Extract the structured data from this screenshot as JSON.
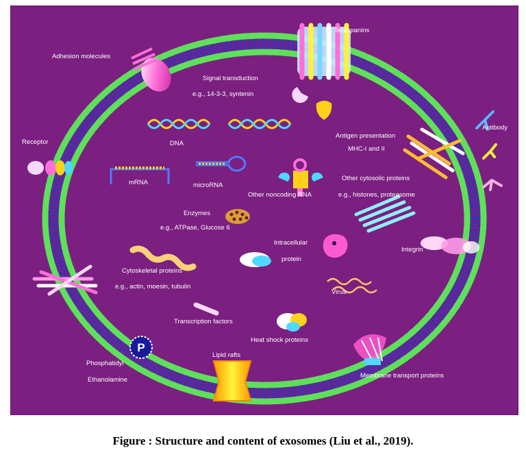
{
  "labels": {
    "tetraspanins": "Teraspanins",
    "adhesion": "Adhesion molecules",
    "signal_transduction": "Signal transduction",
    "signal_examples": "e.g., 14-3-3, syntenin",
    "antibody": "Antibody",
    "dna": "DNA",
    "antigen_presentation": "Antigen presentation",
    "mhc": "MHC-I and II",
    "receptor": "Receptor",
    "mrna": "mRNA",
    "microrna": "microRNA",
    "other_noncoding_rna": "Other noncoding RNA",
    "other_cytosolic": "Other cytosolic proteins",
    "cytosolic_examples": "e.g., histones, proteasome",
    "enzymes": "Enzymes",
    "enzymes_examples": "e.g., ATPase, Glucose 6",
    "intracellular": "Intracellular",
    "protein": "protein",
    "integrin": "Integrin",
    "cytoskeletal": "Cytoskeletal proteins",
    "cytoskeletal_examples": "e.g., actin, moesin, tubulin",
    "virus": "Virus",
    "transcription_factors": "Transcription factors",
    "heat_shock": "Heat shock proteins",
    "phosphatidyl": "Phosphatidyl",
    "ethanolamine": "Ethanolamine",
    "lipid_rafts": "Lipid rafts",
    "membrane_transport": "Membrane transport proteins",
    "p_badge": "P"
  },
  "caption": "Figure : Structure  and content of exosomes (Liu et al., 2019).",
  "colors": {
    "background": "#7b1f80",
    "lipid_head": "#5ee05a",
    "lipid_tail": "#2438c8",
    "label_text": "#ffffff"
  }
}
